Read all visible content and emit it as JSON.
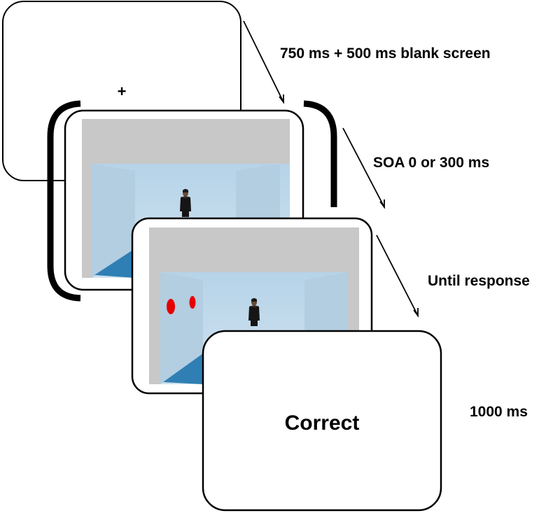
{
  "frames": {
    "fixation": {
      "symbol": "+"
    },
    "feedback": {
      "text": "Correct"
    }
  },
  "timing_labels": {
    "fixation": "750 ms + 500 ms blank screen",
    "soa": "SOA 0 or 300 ms",
    "target": "Until response",
    "feedback": "1000 ms"
  },
  "target_dot_count": 2,
  "colors": {
    "room_gray": "#c8c8c8",
    "room_wall": "#bfd8e9",
    "room_side_wall": "#b5cde0",
    "floor": "#2f7fb4",
    "target_dot": "#e60000",
    "frame_border": "#000000"
  }
}
